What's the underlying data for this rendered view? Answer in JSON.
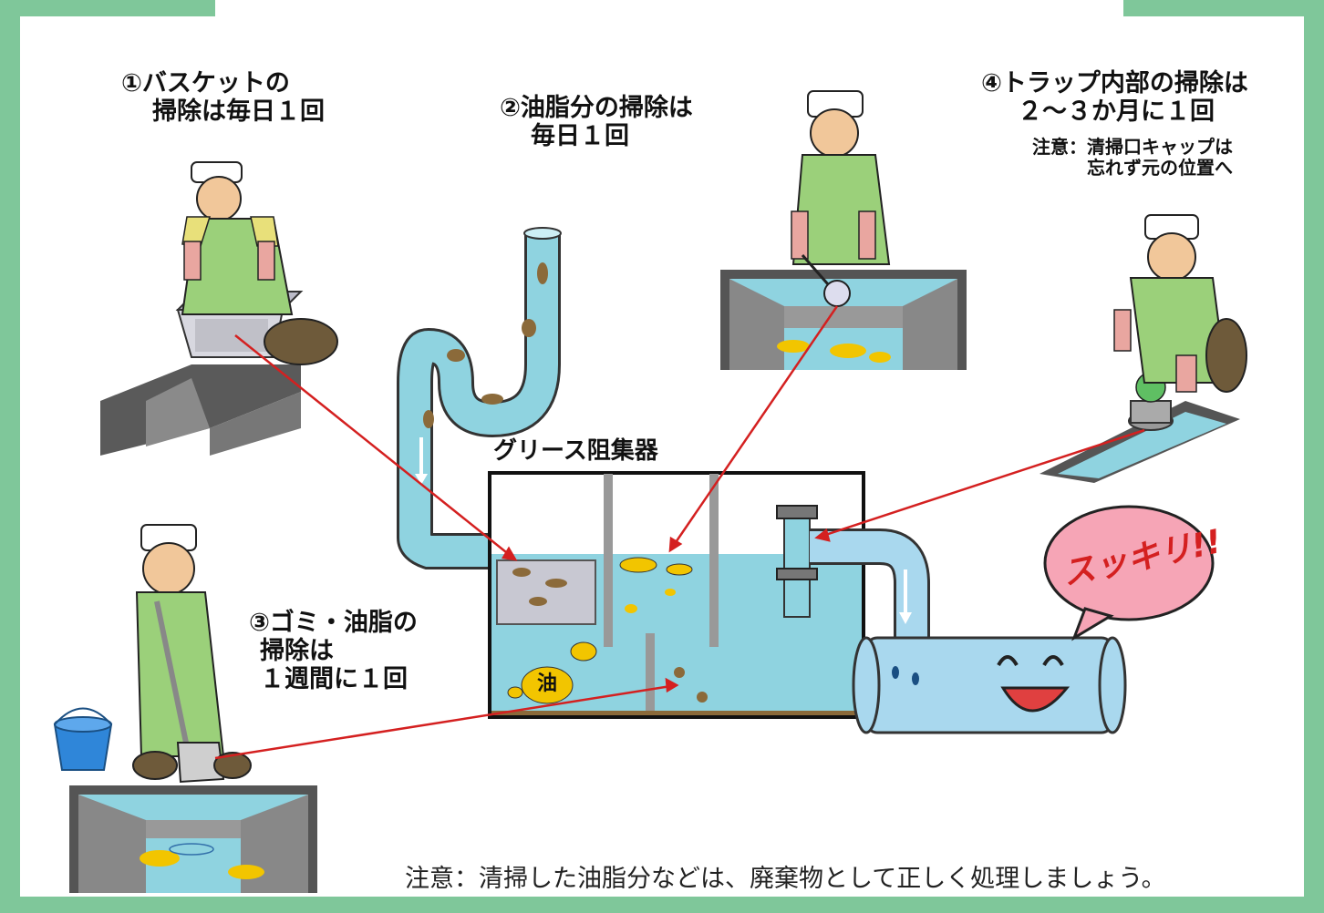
{
  "frame_color": "#7fc79a",
  "labels": {
    "step1": [
      "①バスケットの",
      "掃除は毎日１回"
    ],
    "step2": [
      "②油脂分の掃除は",
      "毎日１回"
    ],
    "step3": [
      "③ゴミ・油脂の",
      "掃除は",
      "１週間に１回"
    ],
    "step4": [
      "④トラップ内部の掃除は",
      "２〜３か月に１回"
    ],
    "step4_note": [
      "注意：清掃口キャップは",
      "忘れず元の位置へ"
    ],
    "trap_name": "グリース阻集器",
    "oil_label": "油",
    "bubble_text": "スッキリ!!"
  },
  "footer_note": "注意：清掃した油脂分などは、廃棄物として正しく処理しましょう。"
}
